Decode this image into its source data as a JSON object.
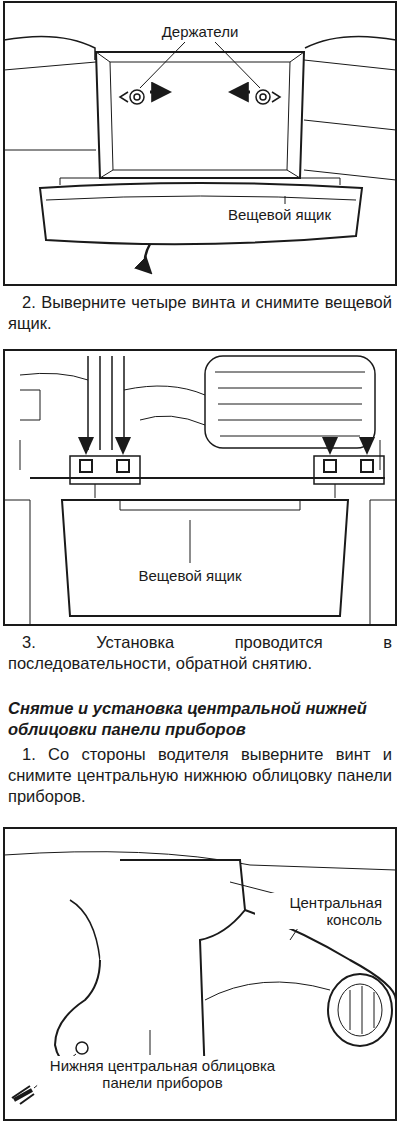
{
  "diagram": {
    "labels": [
      "Держатели",
      "Вещевой ящик",
      "2. Выверните четыре винта и снимите вещевой ящик.",
      "Вещевой ящик",
      "3. Установка проводится в последовательности, обратной снятию.",
      "Снятие и установка центральной нижней облицовки панели приборов",
      "1. Со стороны водителя выверните винт и снимите центральную нижнюю облицовку панели приборов.",
      "Центральная консоль",
      "Нижняя центральная облицовка панели приборов"
    ]
  }
}
